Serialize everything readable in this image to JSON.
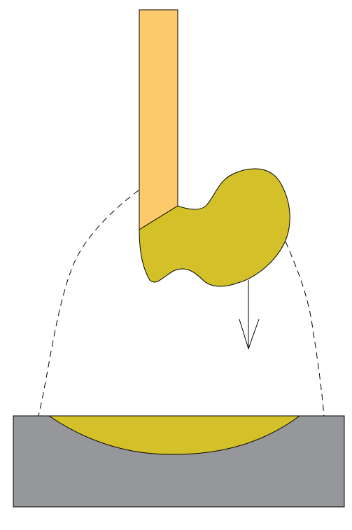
{
  "diagram": {
    "background_color": "#ffffff",
    "stroke_color": "#000000",
    "electrode_color": "#fcca6a",
    "molten_metal_color": "#d4c12a",
    "workpiece_color": "#96979b",
    "components": [
      "electrode",
      "molten-droplet",
      "arc-envelope",
      "downward-force-arrow",
      "workpiece",
      "weld-pool"
    ],
    "labels": []
  }
}
